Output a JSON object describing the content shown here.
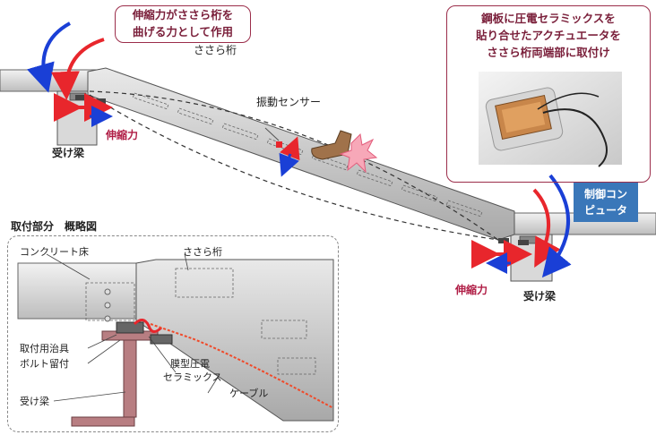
{
  "callout_left": {
    "line1": "伸縮力がささら桁を",
    "line2": "曲げる力として作用"
  },
  "callout_right": {
    "line1": "鋼板に圧電セラミックスを",
    "line2": "貼り合せたアクチュエータを",
    "line3": "ささら桁両端部に取付け"
  },
  "main_diagram": {
    "stringer_label": "ささら桁",
    "sensor_label": "振動センサー",
    "force_label_left": "伸縮力",
    "force_label_right": "伸縮力",
    "beam_label_left": "受け梁",
    "beam_label_right": "受け梁"
  },
  "control_computer": {
    "line1": "制御コン",
    "line2": "ピュータ"
  },
  "inset": {
    "title": "取付部分　概略図",
    "concrete_floor": "コンクリート床",
    "stringer": "ささら桁",
    "mount_jig": "取付用治具",
    "bolt_fix": "ボルト留付",
    "membrane_ceramics_1": "膜型圧電",
    "membrane_ceramics_2": "セラミックス",
    "cable": "ケーブル",
    "beam": "受け梁"
  },
  "colors": {
    "accent_red": "#e8262c",
    "accent_blue": "#1a3fd6",
    "callout_border": "#9b2d4a",
    "callout_text": "#7a1f3a",
    "computer_box": "#3a77b9",
    "beam_brown": "#b87e82"
  }
}
